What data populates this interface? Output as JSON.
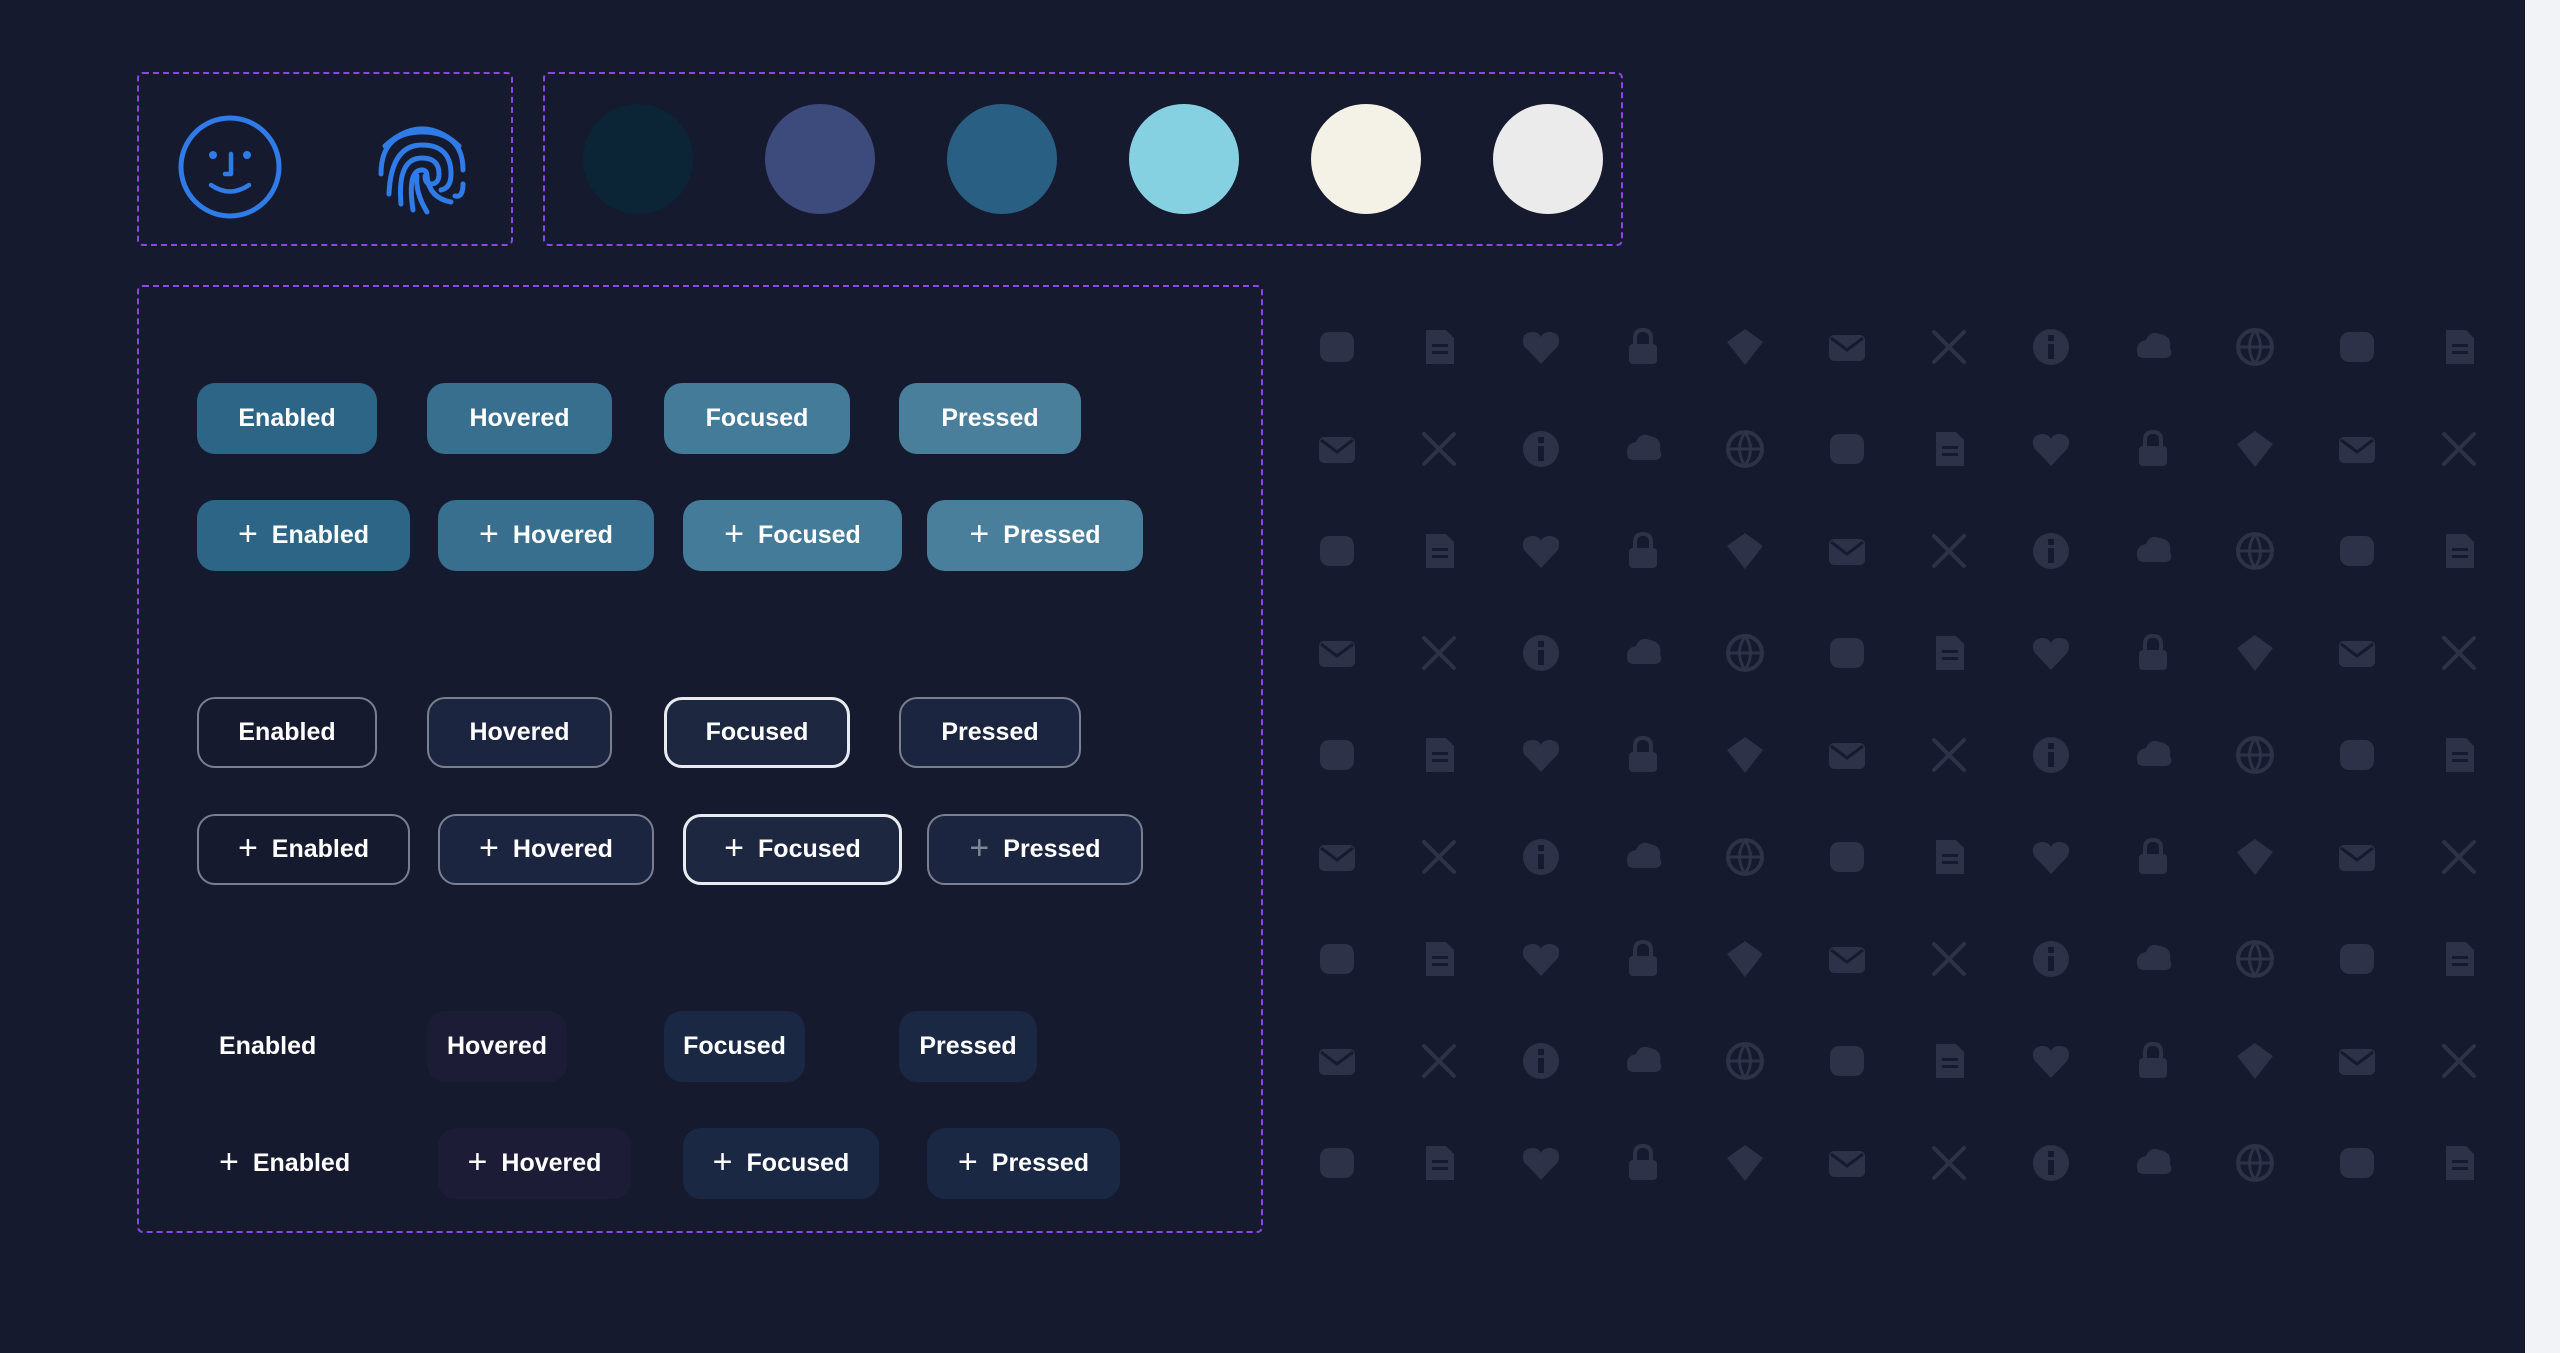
{
  "colors": {
    "background": "#151a2e",
    "dashed_border": "#8a47e6",
    "auth_icon": "#2f7be8",
    "grid_icon": "#2d3249"
  },
  "auth_icons": [
    "face-id-icon",
    "fingerprint-icon"
  ],
  "swatches": [
    "#0b2536",
    "#3c4a7c",
    "#285f82",
    "#86d1e1",
    "#f4f1e6",
    "#ebebeb"
  ],
  "button_groups": [
    {
      "name": "filled",
      "rows": [
        {
          "with_icon": false,
          "buttons": [
            {
              "label": "Enabled",
              "state": "enabled"
            },
            {
              "label": "Hovered",
              "state": "hovered"
            },
            {
              "label": "Focused",
              "state": "focused"
            },
            {
              "label": "Pressed",
              "state": "pressed"
            }
          ]
        },
        {
          "with_icon": true,
          "buttons": [
            {
              "label": "Enabled",
              "state": "enabled"
            },
            {
              "label": "Hovered",
              "state": "hovered"
            },
            {
              "label": "Focused",
              "state": "focused"
            },
            {
              "label": "Pressed",
              "state": "pressed"
            }
          ]
        }
      ]
    },
    {
      "name": "outlined",
      "rows": [
        {
          "with_icon": false,
          "buttons": [
            {
              "label": "Enabled",
              "state": "enabled"
            },
            {
              "label": "Hovered",
              "state": "hovered"
            },
            {
              "label": "Focused",
              "state": "focused"
            },
            {
              "label": "Pressed",
              "state": "pressed"
            }
          ]
        },
        {
          "with_icon": true,
          "buttons": [
            {
              "label": "Enabled",
              "state": "enabled"
            },
            {
              "label": "Hovered",
              "state": "hovered"
            },
            {
              "label": "Focused",
              "state": "focused"
            },
            {
              "label": "Pressed",
              "state": "pressed"
            }
          ]
        }
      ]
    },
    {
      "name": "text",
      "rows": [
        {
          "with_icon": false,
          "buttons": [
            {
              "label": "Enabled",
              "state": "enabled"
            },
            {
              "label": "Hovered",
              "state": "hovered"
            },
            {
              "label": "Focused",
              "state": "focused"
            },
            {
              "label": "Pressed",
              "state": "pressed"
            }
          ]
        },
        {
          "with_icon": true,
          "buttons": [
            {
              "label": "Enabled",
              "state": "enabled"
            },
            {
              "label": "Hovered",
              "state": "hovered"
            },
            {
              "label": "Focused",
              "state": "focused"
            },
            {
              "label": "Pressed",
              "state": "pressed"
            }
          ]
        }
      ]
    }
  ],
  "icon_grid": [
    [
      "cloud-off-icon",
      "cloud-download-icon",
      "cloud-sync-icon",
      "cloud-upload-icon",
      "cloud-icon",
      "cloud-rain-icon",
      "cocktail-icon",
      "coffee-maker-icon",
      "comment-icon",
      "check-message-icon",
      "heart-message-icon",
      "info-message-icon"
    ],
    [
      "copy-icon",
      "copy-alt-icon",
      "copyright-icon",
      "cow-icon",
      "cake-icon",
      "credit-card-icon",
      "cricket-icon",
      "cross-circle-icon",
      "cross-small-icon",
      "cross-icon",
      "crown-icon",
      "cube-icon"
    ],
    [
      "data-transfer-icon",
      "database-icon",
      "delete-icon",
      "diamond-icon",
      "dice-icon",
      "document-signed-icon",
      "disco-ball-icon",
      "disk-icon",
      "first-aid-kit-icon",
      "document-icon",
      "document-alt-icon",
      "dollar-icon"
    ],
    [
      "mail-check-icon",
      "mail-download-icon",
      "mail-open-alt-icon",
      "mail-open-icon",
      "mail-plus-icon",
      "envelope-icon",
      "euro-icon",
      "exclamation-icon",
      "expand-icon",
      "eye-off-icon",
      "eyedropper-icon",
      "eye-icon"
    ],
    [
      "music-file-icon",
      "psd-file-icon",
      "file-icon",
      "paint-bucket-icon",
      "film-icon",
      "filter-icon",
      "fingerprint-small-icon",
      "comet-icon",
      "flag-icon",
      "flame-icon",
      "flip-icon",
      "fox-face-icon"
    ],
    [
      "fox-icon",
      "sad-face-icon",
      "network-icon",
      "gallery-icon",
      "gamepad-icon",
      "gas-pump-icon",
      "gem-icon",
      "gift-icon",
      "glass-cheers-icon",
      "glasses-icon",
      "globe-stand-icon",
      "globe-icon"
    ],
    [
      "hand-heart-icon",
      "hashtag-icon",
      "hat-icon",
      "gear-head-icon",
      "headphones-icon",
      "headset-icon",
      "heart-arrow-icon",
      "heart-icon",
      "home-circle-icon",
      "home-rounded-icon",
      "home-icon",
      "hourglass-icon"
    ],
    [
      "info-icon",
      "cursor-click-icon",
      "line-height-icon",
      "question-icon",
      "italic-icon",
      "jpg-file-icon",
      "guitar-icon",
      "keyboard-icon",
      "kite-icon",
      "label-icon",
      "laptop-icon",
      "lasso-icon"
    ],
    [
      "lightbulb-icon",
      "checklist-icon",
      "list-icon",
      "location-icon",
      "location-pin-icon",
      "lock-icon",
      "luggage-icon",
      "magic-wand-icon",
      "marker-icon",
      "mask-icon",
      "location-cross-icon",
      "location-home-icon"
    ]
  ]
}
